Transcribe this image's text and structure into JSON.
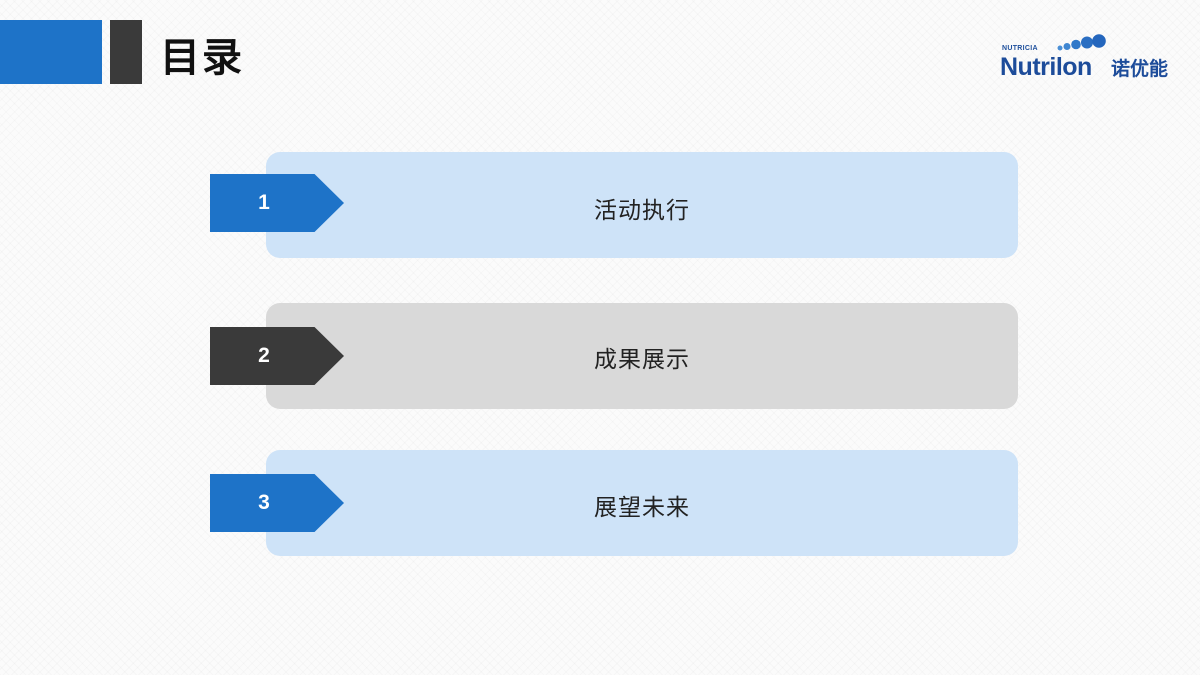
{
  "header": {
    "title": "目录"
  },
  "logo": {
    "brand_small": "NUTRICIA",
    "name": "Nutrilon",
    "cn_name": "诺优能"
  },
  "agenda": {
    "items": [
      {
        "number": "1",
        "label": "活动执行",
        "style": "blue"
      },
      {
        "number": "2",
        "label": "成果展示",
        "style": "grey"
      },
      {
        "number": "3",
        "label": "展望未来",
        "style": "blue"
      }
    ]
  },
  "colors": {
    "accent_blue": "#1e73c8",
    "dark_grey": "#3a3a3a",
    "card_blue": "#cee3f8",
    "card_grey": "#d9d9d9",
    "logo_blue": "#1d4c9a"
  }
}
